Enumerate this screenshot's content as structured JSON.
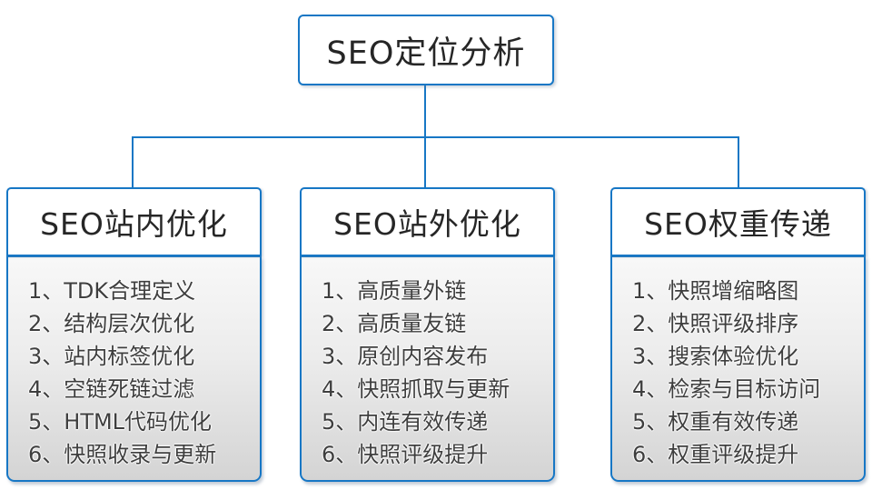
{
  "diagram": {
    "root": {
      "title": "SEO定位分析"
    },
    "columns": [
      {
        "title": "SEO站内优化",
        "items": [
          "1、TDK合理定义",
          "2、结构层次优化",
          "3、站内标签优化",
          "4、空链死链过滤",
          "5、HTML代码优化",
          "6、快照收录与更新"
        ]
      },
      {
        "title": "SEO站外优化",
        "items": [
          "1、高质量外链",
          "2、高质量友链",
          "3、原创内容发布",
          "4、快照抓取与更新",
          "5、内连有效传递",
          "6、快照评级提升"
        ]
      },
      {
        "title": "SEO权重传递",
        "items": [
          "1、快照增缩略图",
          "2、快照评级排序",
          "3、搜索体验优化",
          "4、检索与目标访问",
          "5、权重有效传递",
          "6、权重评级提升"
        ]
      }
    ],
    "colors": {
      "line_and_border": "#1777c5",
      "title_text": "#262626",
      "item_text": "#3e3e3e"
    }
  }
}
